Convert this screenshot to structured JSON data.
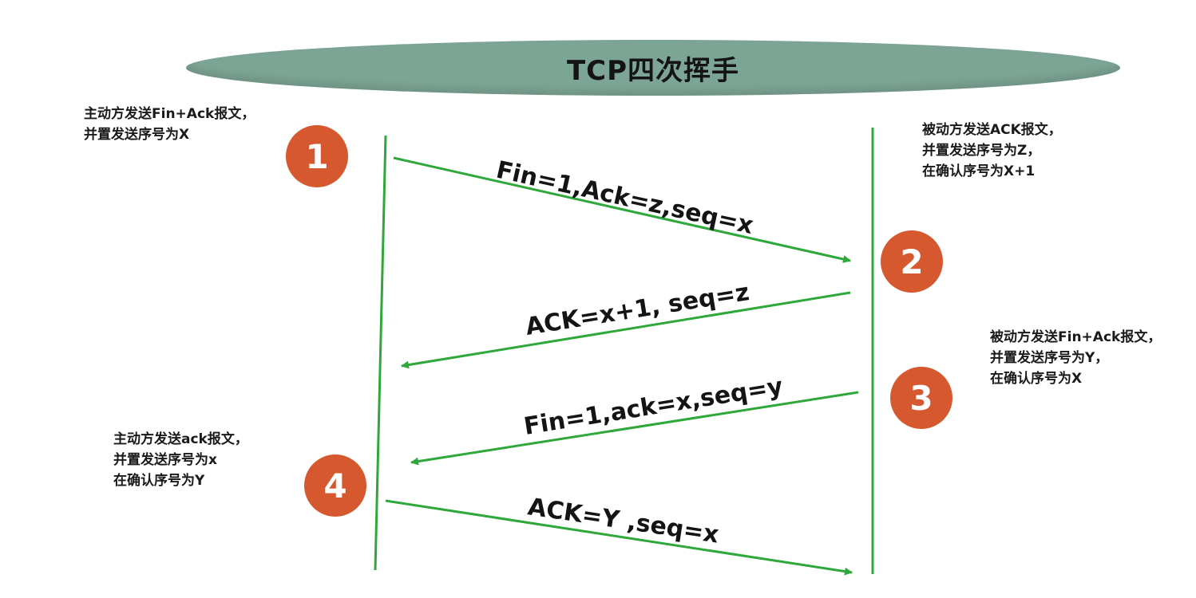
{
  "title": "TCP四次挥手",
  "colors": {
    "banner": "#7da595",
    "line": "#2ea83a",
    "badge": "#d6582f"
  },
  "steps": [
    {
      "number": "1"
    },
    {
      "number": "2"
    },
    {
      "number": "3"
    },
    {
      "number": "4"
    }
  ],
  "notes": {
    "step1": [
      "主动方发送Fin+Ack报文，",
      "并置发送序号为X"
    ],
    "step2": [
      "被动方发送ACK报文，",
      "并置发送序号为Z，",
      "在确认序号为X+1"
    ],
    "step3": [
      "被动方发送Fin+Ack报文，",
      "并置发送序号为Y，",
      "在确认序号为X"
    ],
    "step4": [
      "主动方发送ack报文，",
      "并置发送序号为x",
      "在确认序号为Y"
    ]
  },
  "messages": [
    {
      "label": "Fin=1,Ack=z,seq=x",
      "direction": "right"
    },
    {
      "label": "ACK=x+1, seq=z",
      "direction": "left"
    },
    {
      "label": "Fin=1,ack=x,seq=y",
      "direction": "left"
    },
    {
      "label": "ACK=Y ,seq=x",
      "direction": "right"
    }
  ]
}
